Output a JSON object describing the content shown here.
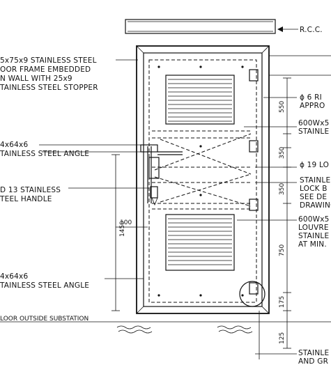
{
  "labels": {
    "rcc": "R.C.C.",
    "frame_1": "5x75x9 STAINLESS STEEL",
    "frame_2": "OOR FRAME EMBEDDED",
    "frame_3": "N WALL WITH 25x9",
    "frame_4": "TAINLESS STEEL STOPPER",
    "angle_top_1": "4x64x6",
    "angle_top_2": "TAINLESS STEEL ANGLE",
    "handle_1": "D 13 STAINLESS",
    "handle_2": "TEEL HANDLE",
    "angle_bot_1": "4x64x6",
    "angle_bot_2": "TAINLESS STEEL ANGLE",
    "floor": "LOOR OUTSIDE SUBSTATION",
    "rivet_1": "ϕ 6 RI",
    "rivet_2": "APPRO",
    "plate_1": "600Wx5",
    "plate_2": "STAINLE",
    "lock_rod": "ϕ 19 LO",
    "lock_1": "STAINLE",
    "lock_2": "LOCK B",
    "lock_3": "SEE DE",
    "lock_4": "DRAWING",
    "louvre_1": "600Wx5",
    "louvre_2": "LOUVRE",
    "louvre_3": "STAINLE",
    "louvre_4": "AT MIN.",
    "bottom_1": "STAINLE",
    "bottom_2": "AND GR"
  },
  "dimensions": {
    "d550": "550",
    "d350a": "350",
    "d350b": "350",
    "d750": "750",
    "d175": "175",
    "d125": "125",
    "d1450": "1450",
    "d100": "100"
  }
}
